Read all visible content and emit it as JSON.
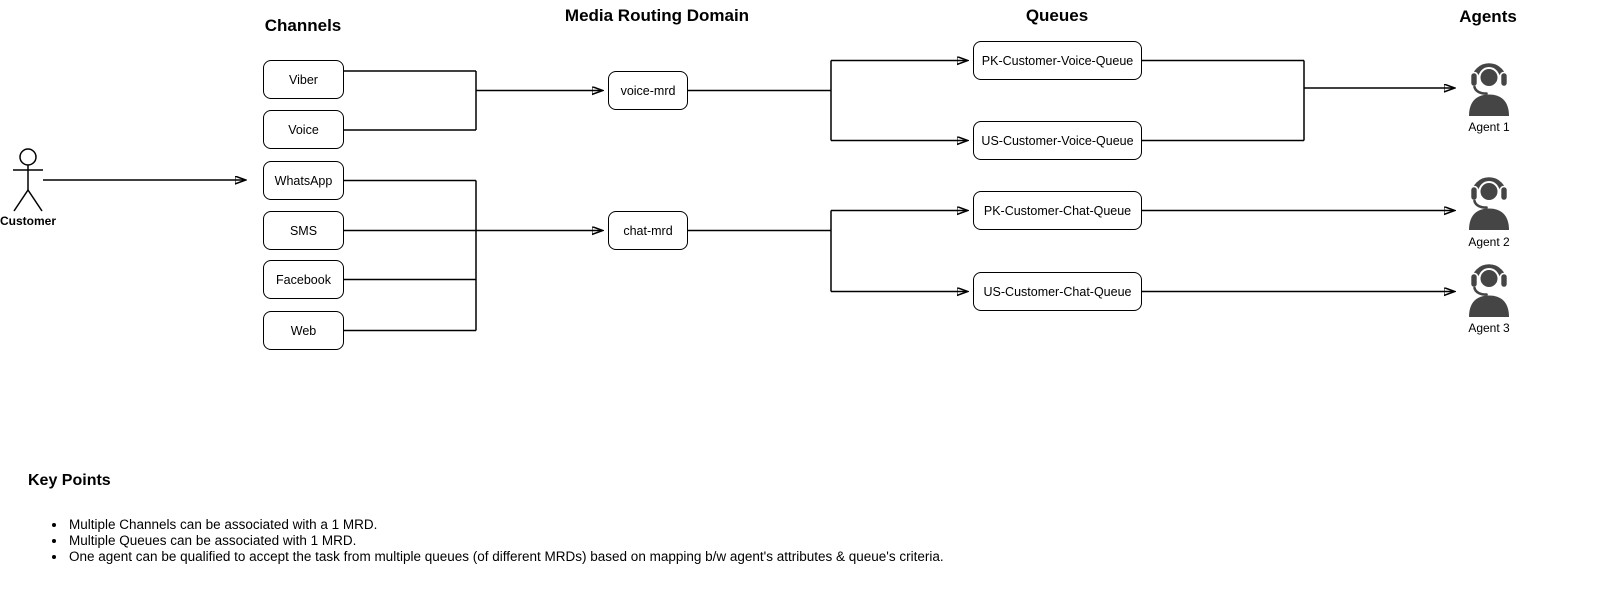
{
  "diagram": {
    "headers": {
      "channels": "Channels",
      "mrd": "Media Routing Domain",
      "queues": "Queues",
      "agents": "Agents"
    },
    "customer": {
      "label": "Customer"
    },
    "channels": {
      "items": [
        {
          "label": "Viber"
        },
        {
          "label": "Voice"
        },
        {
          "label": "WhatsApp"
        },
        {
          "label": "SMS"
        },
        {
          "label": "Facebook"
        },
        {
          "label": "Web"
        }
      ]
    },
    "mrds": {
      "items": [
        {
          "label": "voice-mrd"
        },
        {
          "label": "chat-mrd"
        }
      ]
    },
    "queues": {
      "items": [
        {
          "label": "PK-Customer-Voice-Queue"
        },
        {
          "label": "US-Customer-Voice-Queue"
        },
        {
          "label": "PK-Customer-Chat-Queue"
        },
        {
          "label": "US-Customer-Chat-Queue"
        }
      ]
    },
    "agents": {
      "items": [
        {
          "label": "Agent 1"
        },
        {
          "label": "Agent 2"
        },
        {
          "label": "Agent 3"
        }
      ]
    },
    "icons": {
      "customer": "stick-figure-actor",
      "agent": "headset-person"
    },
    "colors": {
      "line": "#000000",
      "box_border": "#000000",
      "box_fill": "#ffffff",
      "agent_icon": "#454545",
      "text": "#000000"
    }
  },
  "key_points": {
    "title": "Key Points",
    "bullets": [
      "Multiple Channels can be associated with a 1 MRD.",
      "Multiple Queues can be associated with 1 MRD.",
      "One agent can be qualified to accept the task from multiple queues (of different MRDs) based on mapping b/w agent's attributes & queue's criteria."
    ]
  }
}
